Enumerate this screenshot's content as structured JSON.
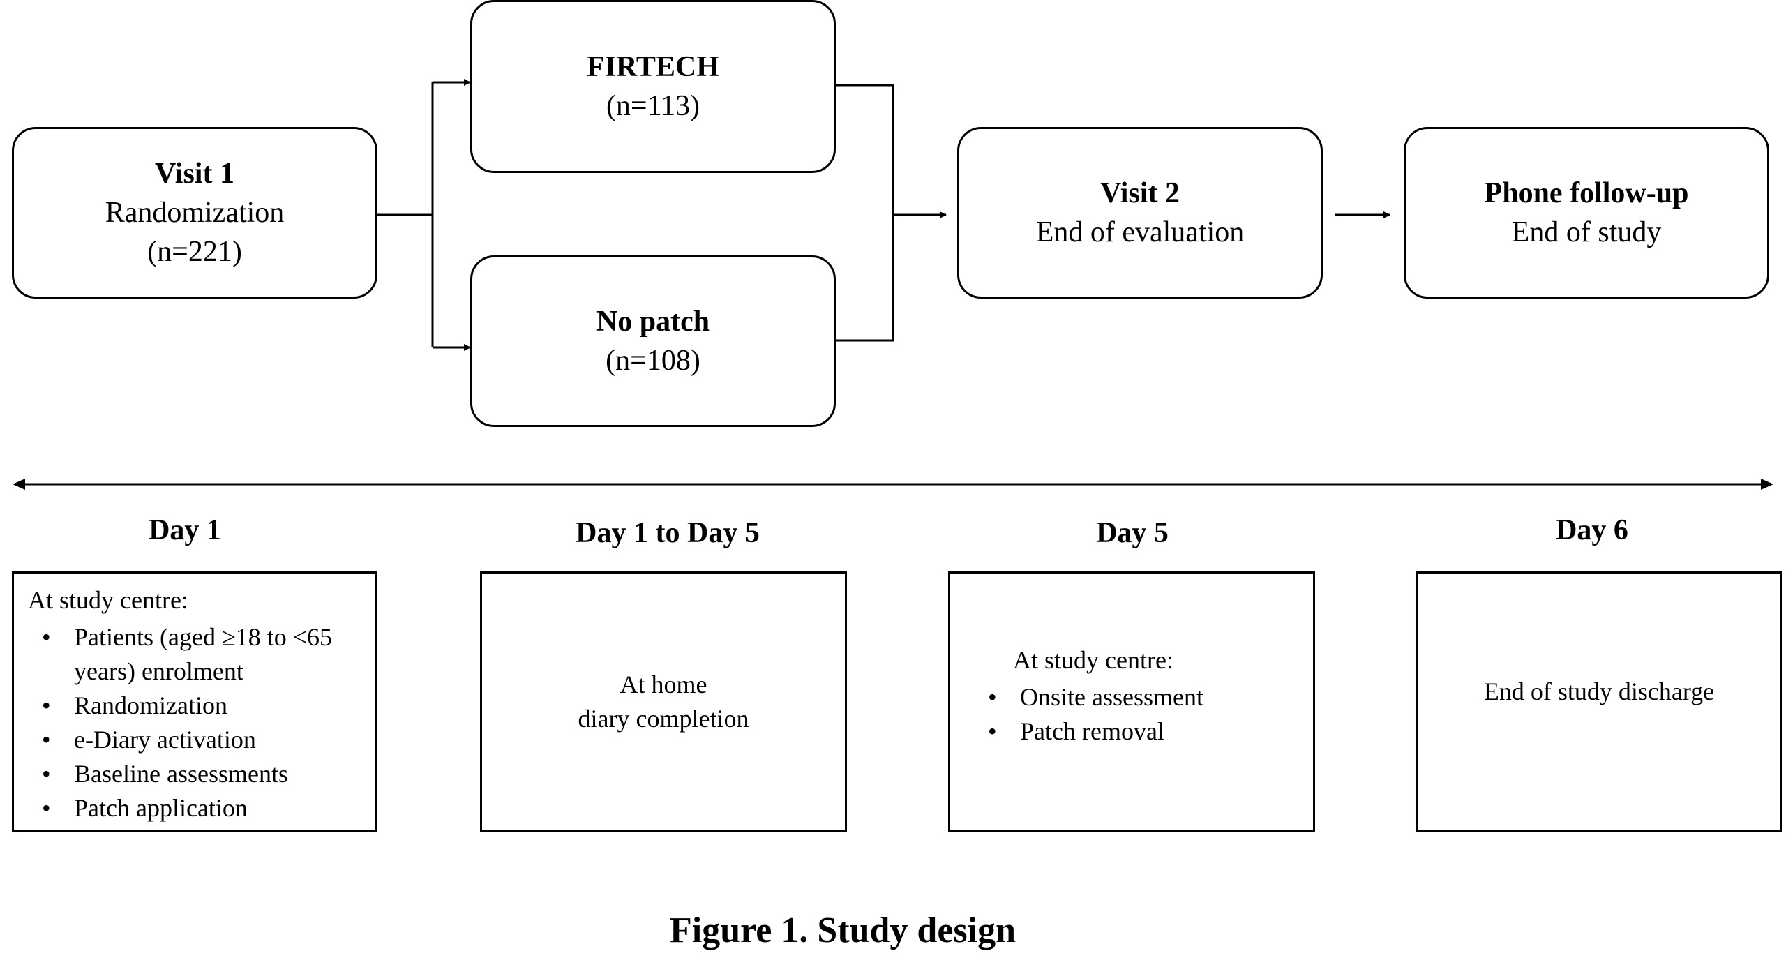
{
  "flow": {
    "visit1": {
      "title": "Visit 1",
      "line1": "Randomization",
      "line2": "(n=221)"
    },
    "firtech": {
      "title": "FIRTECH",
      "line1": "(n=113)"
    },
    "nopatch": {
      "title": "No patch",
      "line1": "(n=108)"
    },
    "visit2": {
      "title": "Visit 2",
      "line1": "End of evaluation"
    },
    "phone": {
      "title": "Phone follow-up",
      "line1": "End of study"
    }
  },
  "timeline": {
    "days": [
      "Day 1",
      "Day 1 to Day 5",
      "Day 5",
      "Day 6"
    ],
    "day1": {
      "header": "At study centre:",
      "items": [
        "Patients (aged ≥18 to <65 years) enrolment",
        "Randomization",
        "e-Diary activation",
        "Baseline assessments",
        "Patch application"
      ]
    },
    "day1to5": {
      "line1": "At home",
      "line2": "diary completion"
    },
    "day5": {
      "header": "At study centre:",
      "items": [
        "Onsite assessment",
        "Patch removal"
      ]
    },
    "day6": {
      "line1": "End of study discharge"
    }
  },
  "caption": "Figure 1. Study design"
}
